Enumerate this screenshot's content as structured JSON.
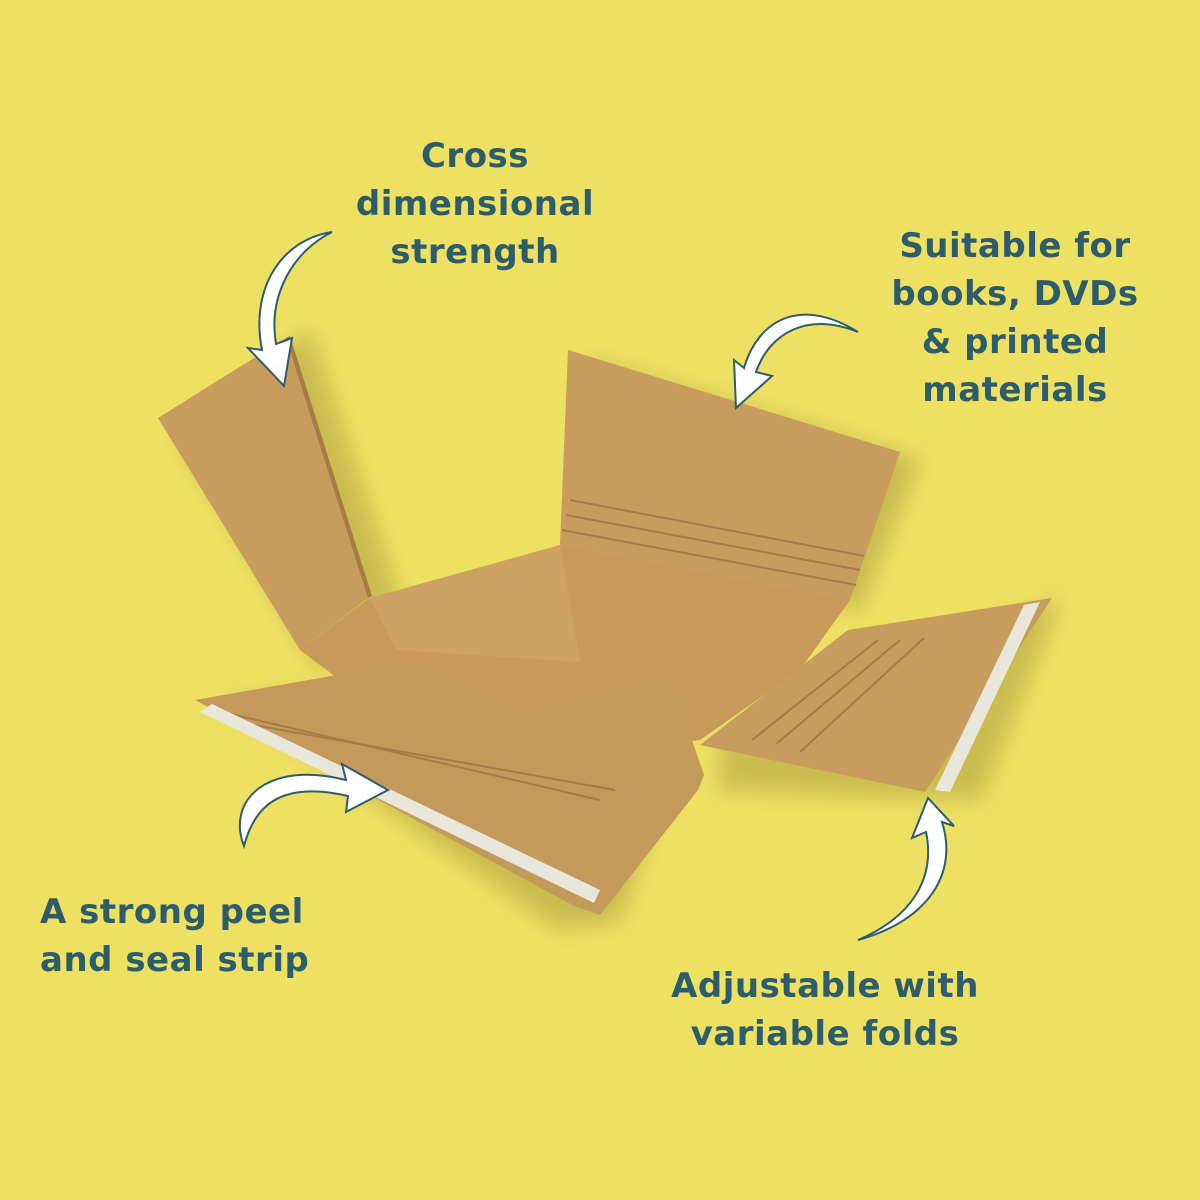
{
  "theme": {
    "background": "#ede063",
    "text_color": "#2c5d6c",
    "cardboard": "#c49a5a",
    "cardboard_dark": "#a9804a",
    "strip": "#e9e6dc"
  },
  "callouts": {
    "strength": [
      "Cross",
      "dimensional",
      "strength"
    ],
    "suitable": [
      "Suitable for",
      "books, DVDs",
      "& printed",
      "materials"
    ],
    "strip": [
      "A strong peel",
      "and seal strip"
    ],
    "folds": [
      "Adjustable with",
      "variable folds"
    ]
  },
  "icons": {
    "arrow": "curved-arrow-icon",
    "product": "book-wrap-mailer"
  }
}
